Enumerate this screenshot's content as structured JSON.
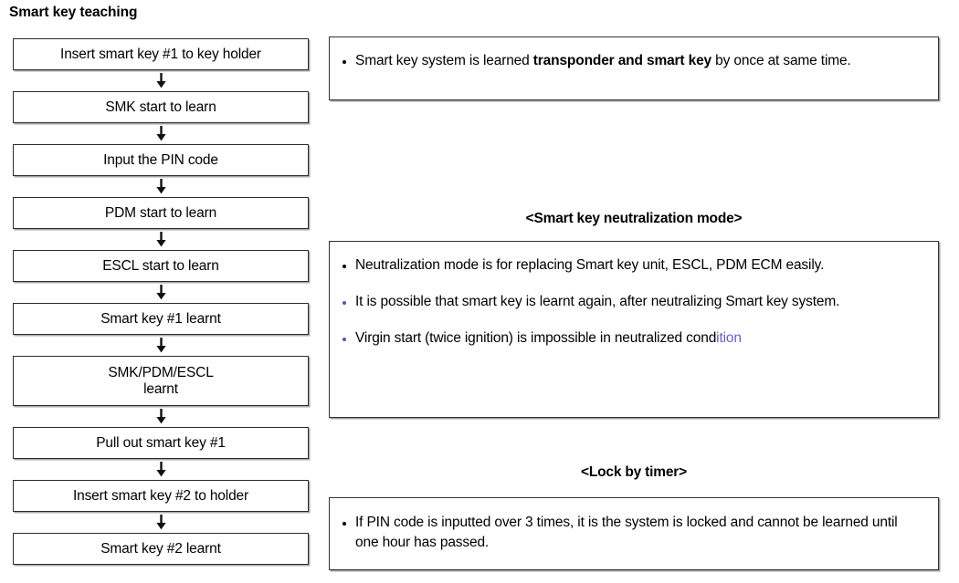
{
  "page_title": "Smart key teaching",
  "flow": {
    "arrow_icon": "arrow-down-icon",
    "nodes": [
      {
        "label": "Insert smart key #1 to key holder",
        "lines": 1
      },
      {
        "label": "SMK start to learn",
        "lines": 1
      },
      {
        "label": "Input the PIN code",
        "lines": 1
      },
      {
        "label": "PDM start to learn",
        "lines": 1
      },
      {
        "label": "ESCL start to learn",
        "lines": 1
      },
      {
        "label": "Smart key #1 learnt",
        "lines": 1
      },
      {
        "label": "SMK/PDM/ESCL\nlearnt",
        "lines": 2,
        "line1": "SMK/PDM/ESCL",
        "line2": "learnt"
      },
      {
        "label": "Pull out smart key #1",
        "lines": 1
      },
      {
        "label": "Insert smart key #2 to holder",
        "lines": 1
      },
      {
        "label": "Smart key #2 learnt",
        "lines": 1
      }
    ]
  },
  "notes": {
    "box1": {
      "bullet1": {
        "part1": "Smart key system is learned ",
        "bold": "transponder and smart key",
        "part2": " by once at same  time."
      }
    },
    "neutralization": {
      "heading": "<Smart key neutralization mode>",
      "bullet1": "Neutralization mode is for replacing Smart key unit, ESCL, PDM ECM easily.",
      "bullet2": "It is possible that smart key is learnt again, after neutralizing Smart key system.",
      "bullet3": {
        "part1": "Virgin start (twice ignition) is impossible in neutralized cond",
        "accent": "ition"
      }
    },
    "lock_by_timer": {
      "heading": "<Lock by timer>",
      "bullet1": "If PIN code is inputted over 3 times, it is the system is locked and cannot be learned until one hour has passed."
    }
  },
  "colors": {
    "accent_text": "#6a5fc4",
    "accent_bullet": "#5b51b5",
    "border": "#2c2c2c",
    "shadow": "#a8a8a8",
    "background": "#ffffff"
  }
}
